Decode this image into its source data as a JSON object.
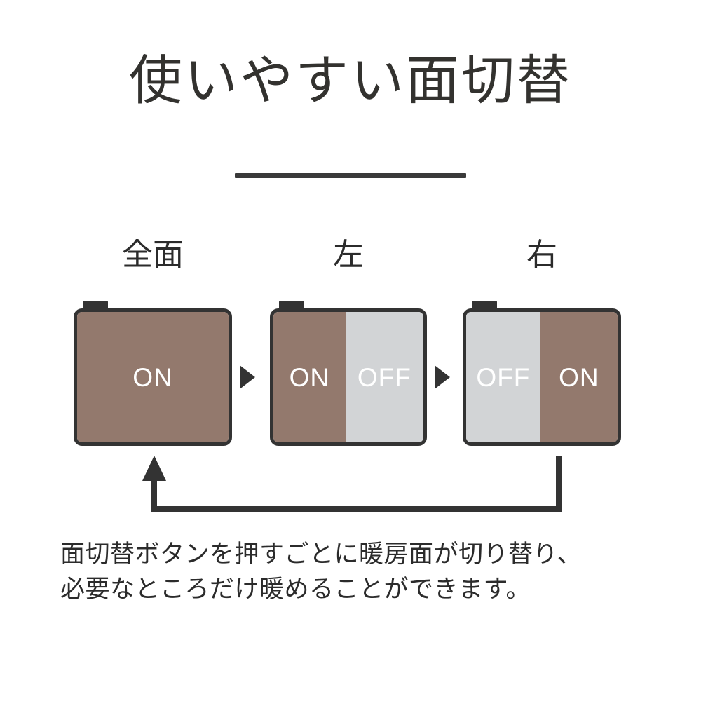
{
  "page": {
    "background_color": "#ffffff",
    "title": "使いやすい面切替"
  },
  "divider": {
    "color": "#3a3a3a"
  },
  "colors": {
    "heater_on_brown": "#93796D",
    "heater_off_gray": "#D2D4D6",
    "outline_dark": "#333333",
    "text_dark": "#2B2B2B",
    "label_white": "#FFFFFF"
  },
  "steps": [
    {
      "label": "全面",
      "name": "step-zenmen",
      "panels": [
        {
          "text": "ON",
          "state": "on"
        }
      ]
    },
    {
      "label": "左",
      "name": "step-hidari",
      "panels": [
        {
          "text": "ON",
          "state": "on"
        },
        {
          "text": "OFF",
          "state": "off"
        }
      ]
    },
    {
      "label": "右",
      "name": "step-migi",
      "panels": [
        {
          "text": "OFF",
          "state": "off"
        },
        {
          "text": "ON",
          "state": "on"
        }
      ]
    }
  ],
  "arrows": {
    "step_arrow_glyph": "▶",
    "loop_arrow_direction": "up",
    "loop_description": "右 から 全面 へ戻る"
  },
  "caption": {
    "line1": "面切替ボタンを押すごとに暖房面が切り替り、",
    "line2": "必要なところだけ暖めることができます。"
  }
}
